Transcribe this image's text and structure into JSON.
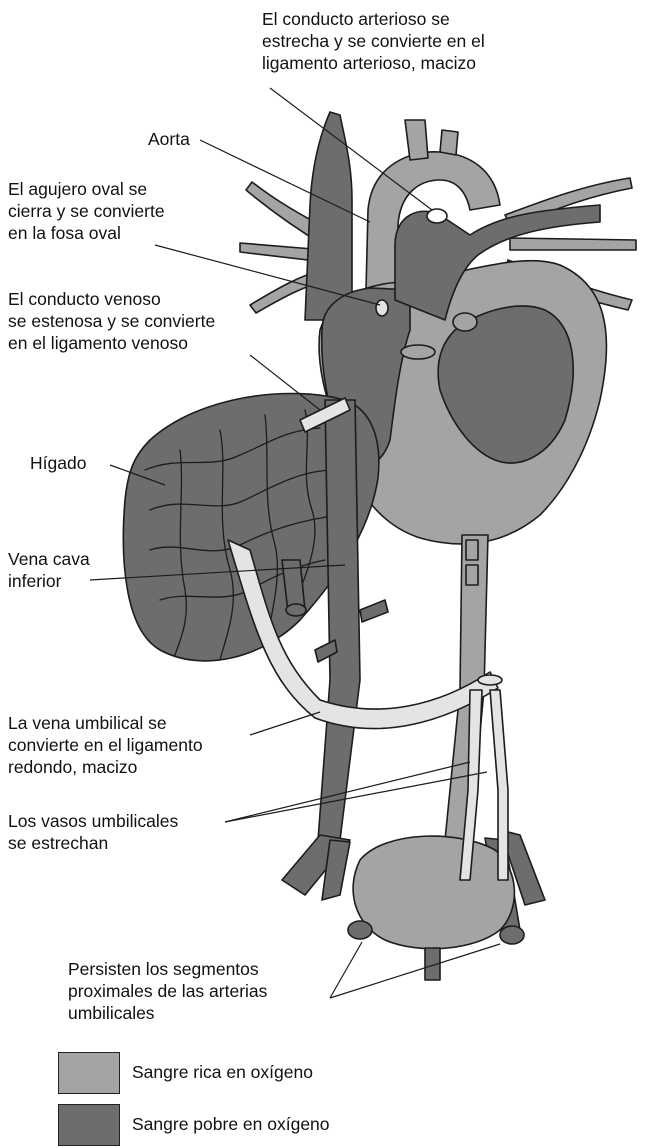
{
  "labels": {
    "ductus_arteriosus": "El conducto arterioso se\nestrecha y se convierte en el\nligamento arterioso, macizo",
    "aorta": "Aorta",
    "foramen_ovale": "El agujero oval se\ncierra y se convierte\nen la fosa oval",
    "ductus_venosus": "El conducto venoso\nse estenosa y se convierte\nen el ligamento venoso",
    "liver": "Hígado",
    "ivc": "Vena cava\ninferior",
    "umbilical_vein": "La vena umbilical se\nconvierte en el ligamento\nredondo, macizo",
    "umbilical_vessels": "Los vasos umbilicales\nse estrechan",
    "umbilical_arteries": "Persisten los segmentos\nproximales de las arterias\numbilicales"
  },
  "legend": [
    {
      "label": "Sangre rica en oxígeno",
      "color": "#a4a4a6"
    },
    {
      "label": "Sangre pobre en oxígeno",
      "color": "#6d6d6f"
    }
  ],
  "colors": {
    "oxygen_rich": "#a4a4a6",
    "oxygen_poor": "#6d6d6f",
    "ligament": "#e4e4e4",
    "outline": "#1c1c1c"
  }
}
